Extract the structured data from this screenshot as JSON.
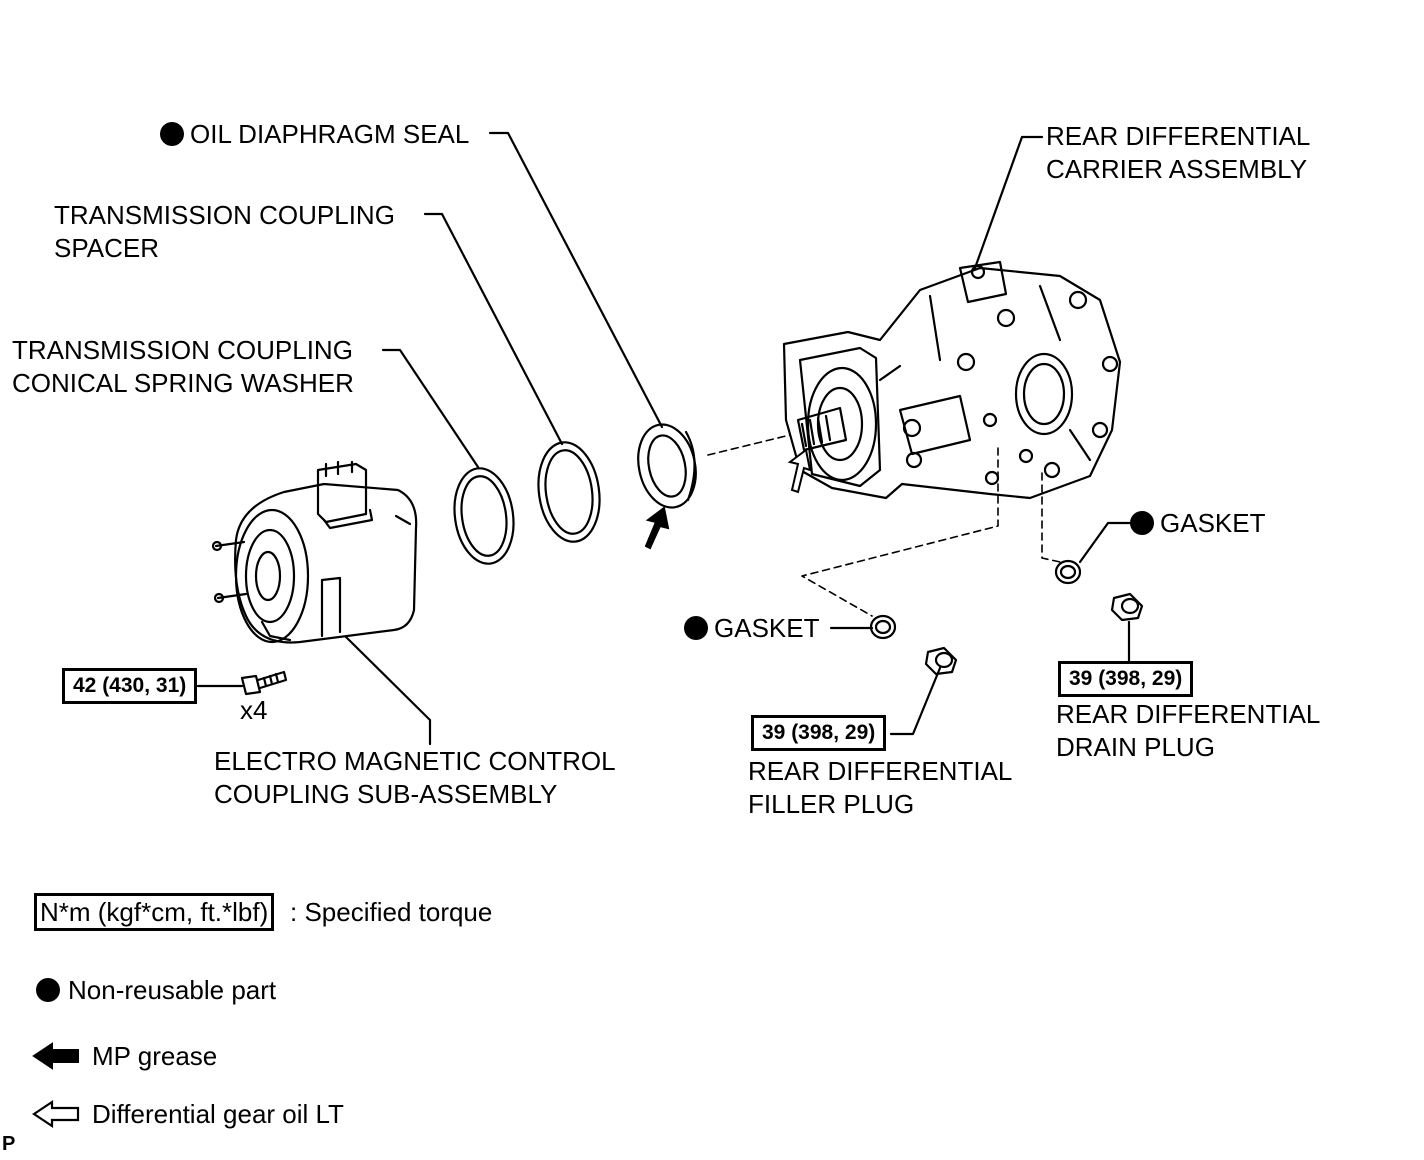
{
  "labels": {
    "oil_diaphragm_seal": "OIL DIAPHRAGM SEAL",
    "spacer_line1": "TRANSMISSION COUPLING",
    "spacer_line2": "SPACER",
    "washer_line1": "TRANSMISSION COUPLING",
    "washer_line2": "CONICAL SPRING WASHER",
    "carrier_line1": "REAR DIFFERENTIAL",
    "carrier_line2": "CARRIER ASSEMBLY",
    "gasket_right": "GASKET",
    "gasket_left": "GASKET",
    "coupling_line1": "ELECTRO MAGNETIC CONTROL",
    "coupling_line2": "COUPLING SUB-ASSEMBLY",
    "bolt_count": "x4",
    "filler_line1": "REAR DIFFERENTIAL",
    "filler_line2": "FILLER PLUG",
    "drain_line1": "REAR DIFFERENTIAL",
    "drain_line2": "DRAIN PLUG"
  },
  "torques": {
    "bolt": "42 (430, 31)",
    "filler_plug": "39 (398, 29)",
    "drain_plug": "39 (398, 29)"
  },
  "legend": {
    "torque_box": "N*m (kgf*cm, ft.*lbf)",
    "torque_text": ": Specified torque",
    "non_reusable": "Non-reusable part",
    "mp_grease": "MP grease",
    "gear_oil": "Differential gear oil LT"
  },
  "corner_mark": "P"
}
